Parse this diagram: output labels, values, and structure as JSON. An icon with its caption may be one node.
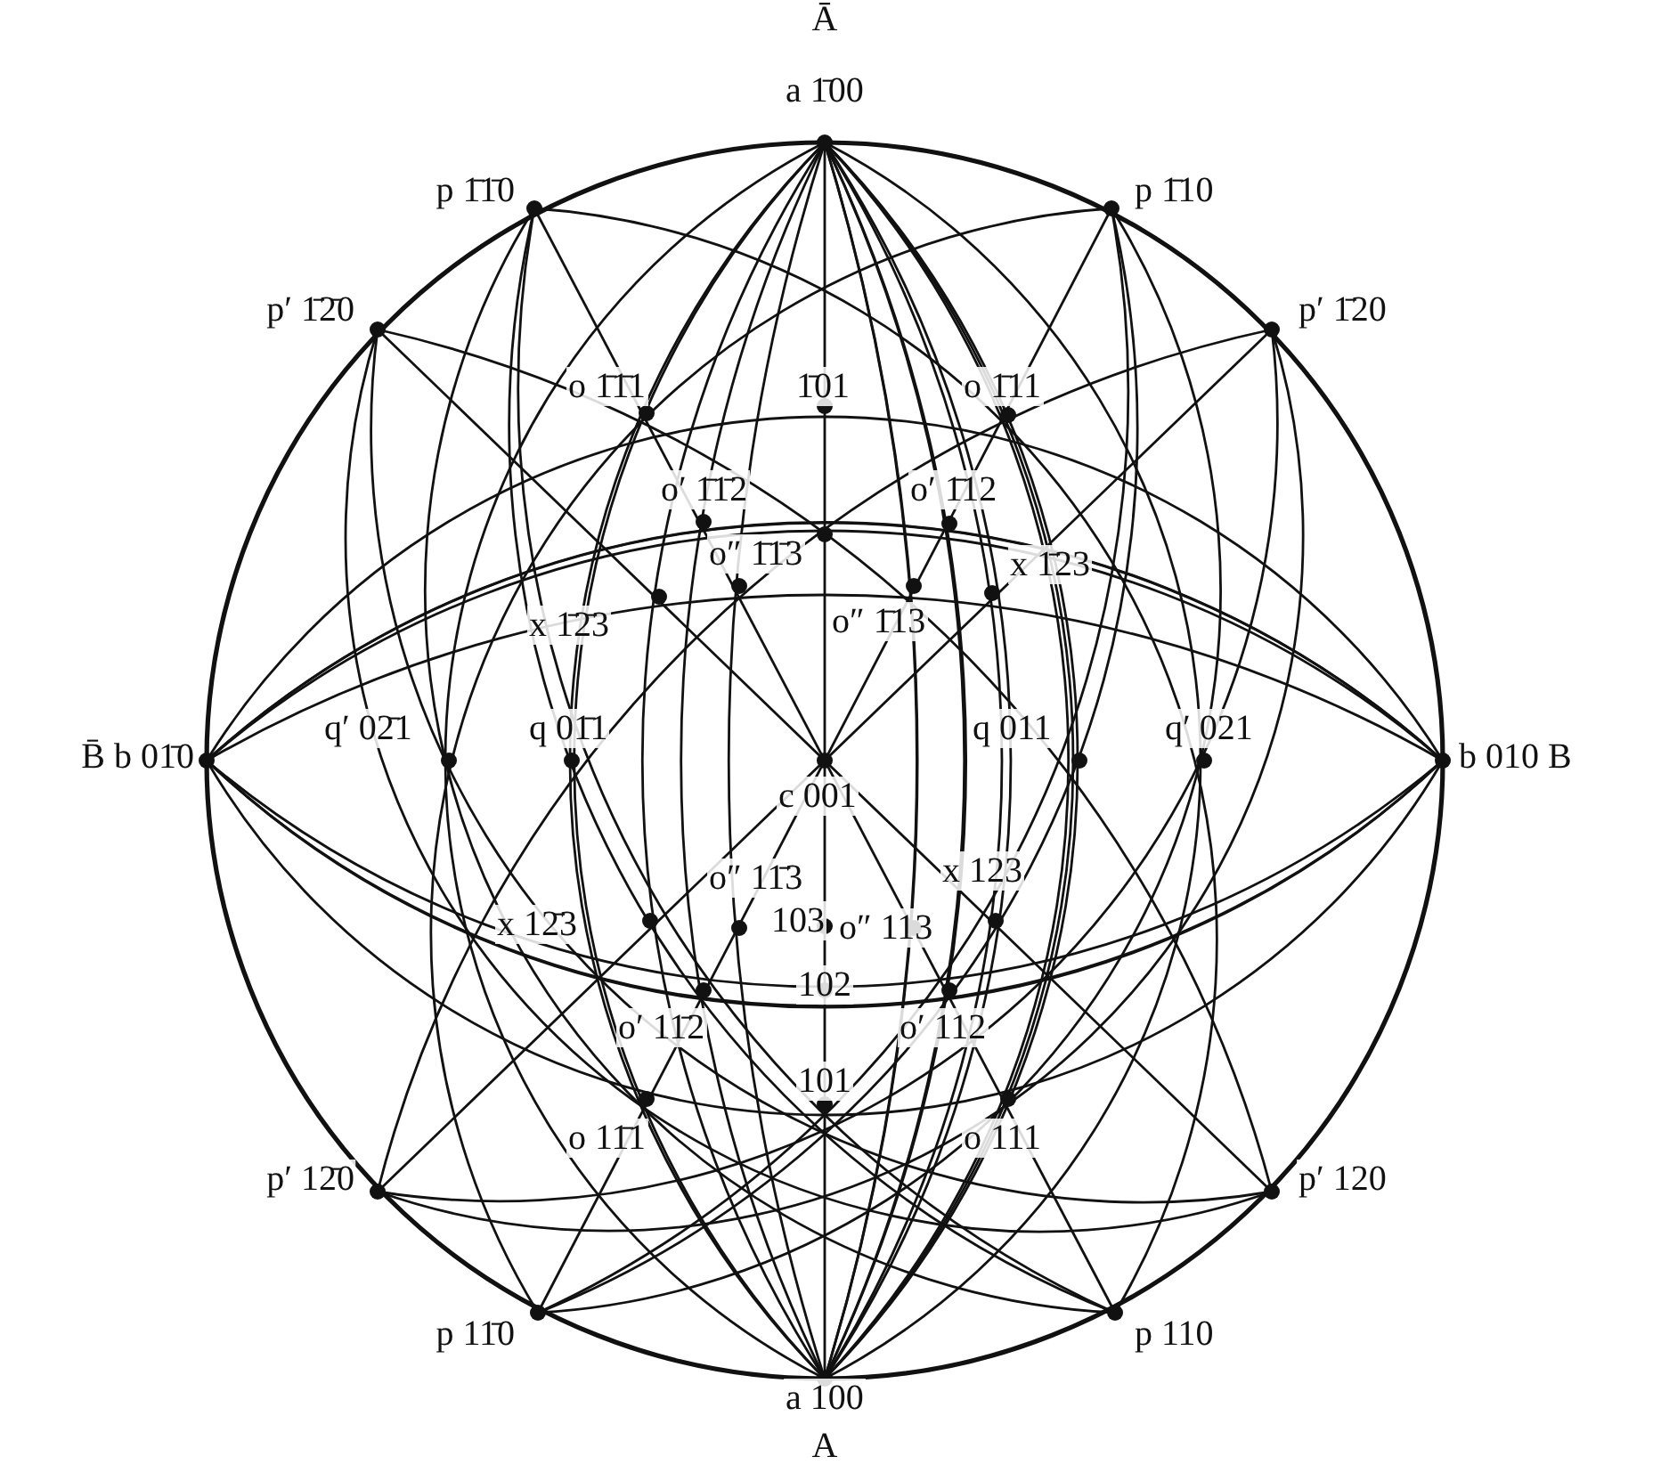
{
  "diagram": {
    "labels": [
      "Ā",
      "a 1̄00",
      "p 1̄1̄0",
      "p 1̄10",
      "p′ 1̄2̄0",
      "p′ 1̄20",
      "o 1̄1̄1",
      "1̄01",
      "o 1̄11",
      "o′ 1̄1̄2",
      "o′ 1̄12",
      "o″ 1̄1̄3",
      "x 1̄2̄3",
      "x 1̄23",
      "o″ 1̄13",
      "B̄ b 01̄0",
      "q′ 02̄1",
      "q 01̄1",
      "q 011",
      "q′ 021",
      "b 010 B",
      "c 001",
      "o″ 11̄3",
      "x 123",
      "x 12̄3",
      "103",
      "o″ 113",
      "102",
      "o′ 11̄2",
      "o′ 112",
      "101",
      "o 11̄1",
      "o 111",
      "p′ 12̄0",
      "p′ 120",
      "p 11̄0",
      "p 110",
      "a 100",
      "A"
    ]
  }
}
